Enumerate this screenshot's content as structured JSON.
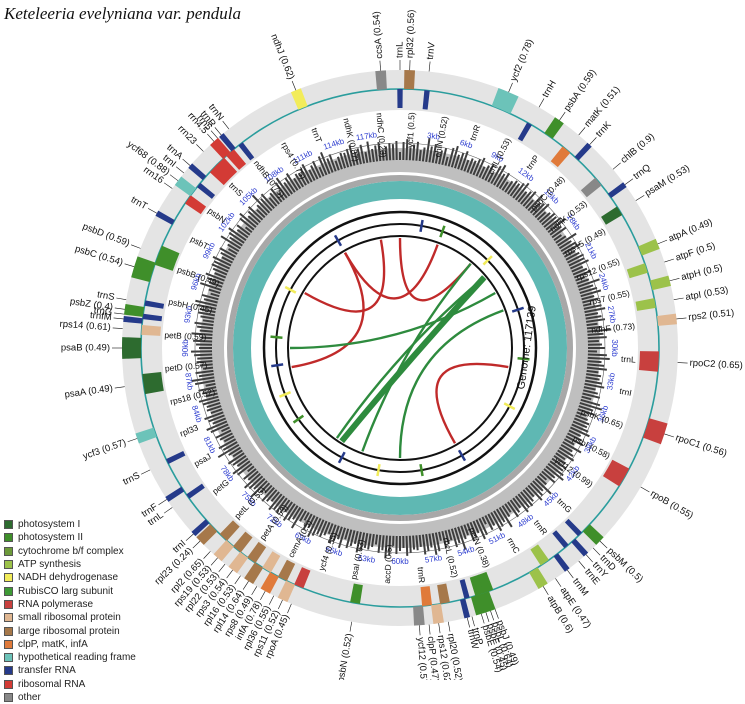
{
  "title": "Keteleeria evelyniana var. pendula",
  "genome_label": "Genome: 117139",
  "colors": {
    "photosystem I": "#2d6b2f",
    "photosystem II": "#3f8f2a",
    "cytochrome b/f complex": "#6c9a3a",
    "ATP synthesis": "#9cc24a",
    "NADH dehydrogenase": "#f2ec5a",
    "RubisCO larg subunit": "#3e9a35",
    "RNA polymerase": "#c8403e",
    "small ribosomal protein": "#e0b792",
    "large ribosomal protein": "#a6784a",
    "clpP, matK, infA": "#e07a3a",
    "hypothetical reading frame": "#6cc3b9",
    "transfer RNA": "#253a8a",
    "ribosomal RNA": "#d33b35",
    "other": "#888888"
  },
  "legend": [
    {
      "label": "photosystem I",
      "color": "#2d6b2f"
    },
    {
      "label": "photosystem II",
      "color": "#3f8f2a"
    },
    {
      "label": "cytochrome b/f complex",
      "color": "#6c9a3a"
    },
    {
      "label": "ATP synthesis",
      "color": "#9cc24a"
    },
    {
      "label": "NADH dehydrogenase",
      "color": "#f2ec5a"
    },
    {
      "label": "RubisCO larg subunit",
      "color": "#3e9a35"
    },
    {
      "label": "RNA polymerase",
      "color": "#c8403e"
    },
    {
      "label": "small ribosomal protein",
      "color": "#e0b792"
    },
    {
      "label": "large ribosomal protein",
      "color": "#a6784a"
    },
    {
      "label": "clpP, matK, infA",
      "color": "#e07a3a"
    },
    {
      "label": "hypothetical reading frame",
      "color": "#6cc3b9"
    },
    {
      "label": "transfer RNA",
      "color": "#253a8a"
    },
    {
      "label": "ribosomal RNA",
      "color": "#d33b35"
    },
    {
      "label": "other",
      "color": "#888888"
    }
  ],
  "kb_ticks": [
    "3kb",
    "6kb",
    "9kb",
    "12kb",
    "15kb",
    "18kb",
    "21kb",
    "24kb",
    "27kb",
    "30kb",
    "33kb",
    "36kb",
    "39kb",
    "42kb",
    "45kb",
    "48kb",
    "51kb",
    "54kb",
    "57kb",
    "60kb",
    "63kb",
    "66kb",
    "69kb",
    "72kb",
    "75kb",
    "78kb",
    "81kb",
    "84kb",
    "87kb",
    "90kb",
    "93kb",
    "96kb",
    "99kb",
    "102kb",
    "105kb",
    "108kb",
    "111kb",
    "114kb",
    "117kb"
  ],
  "genes": [
    {
      "label": "ccsA (0.54)",
      "color": "#888888",
      "angle": -4,
      "outer": true
    },
    {
      "label": "trnL",
      "color": "#253a8a",
      "angle": 0,
      "outer": true
    },
    {
      "label": "rpl32 (0.56)",
      "color": "#a6784a",
      "angle": 2,
      "outer": true
    },
    {
      "label": "trnV",
      "color": "#253a8a",
      "angle": 6,
      "outer": true
    },
    {
      "label": "ycf2 (0.78)",
      "color": "#6cc3b9",
      "angle": 23,
      "outer": true
    },
    {
      "label": "trnH",
      "color": "#253a8a",
      "angle": 30,
      "outer": true
    },
    {
      "label": "psbA (0.59)",
      "color": "#3f8f2a",
      "angle": 35,
      "outer": true
    },
    {
      "label": "matK (0.51)",
      "color": "#e07a3a",
      "angle": 40,
      "outer": true
    },
    {
      "label": "trnK",
      "color": "#253a8a",
      "angle": 43,
      "outer": true
    },
    {
      "label": "chlB (0.9)",
      "color": "#888888",
      "angle": 50,
      "outer": true
    },
    {
      "label": "trnQ",
      "color": "#253a8a",
      "angle": 54,
      "outer": true
    },
    {
      "label": "psaM (0.53)",
      "color": "#2d6b2f",
      "angle": 58,
      "outer": true
    },
    {
      "label": "atpA (0.49)",
      "color": "#9cc24a",
      "angle": 68,
      "outer": true
    },
    {
      "label": "atpF (0.5)",
      "color": "#9cc24a",
      "angle": 72,
      "outer": true
    },
    {
      "label": "atpH (0.5)",
      "color": "#9cc24a",
      "angle": 76,
      "outer": true
    },
    {
      "label": "atpI (0.53)",
      "color": "#9cc24a",
      "angle": 80,
      "outer": true
    },
    {
      "label": "rps2 (0.51)",
      "color": "#e0b792",
      "angle": 84,
      "outer": true
    },
    {
      "label": "rpoC2 (0.65)",
      "color": "#c8403e",
      "angle": 93,
      "outer": true
    },
    {
      "label": "rpoC1 (0.56)",
      "color": "#c8403e",
      "angle": 108,
      "outer": true
    },
    {
      "label": "rpoB (0.55)",
      "color": "#c8403e",
      "angle": 120,
      "outer": true
    },
    {
      "label": "psbM (0.5)",
      "color": "#3f8f2a",
      "angle": 134,
      "outer": true
    },
    {
      "label": "trnD",
      "color": "#253a8a",
      "angle": 136,
      "outer": true
    },
    {
      "label": "trnY",
      "color": "#253a8a",
      "angle": 138,
      "outer": true
    },
    {
      "label": "trnE",
      "color": "#253a8a",
      "angle": 140,
      "outer": true
    },
    {
      "label": "trnM",
      "color": "#253a8a",
      "angle": 143,
      "outer": true
    },
    {
      "label": "atpE (0.47)",
      "color": "#9cc24a",
      "angle": 146,
      "outer": true
    },
    {
      "label": "atpB (0.6)",
      "color": "#9cc24a",
      "angle": 149,
      "outer": true
    },
    {
      "label": "psbN (0.52)",
      "color": "#3f8f2a",
      "angle": 190,
      "outer": true
    },
    {
      "label": "ycf12 (0.57)",
      "color": "#888888",
      "angle": 176,
      "outer": true
    },
    {
      "label": "clpP (0.47)",
      "color": "#e07a3a",
      "angle": 174,
      "outer": true
    },
    {
      "label": "rps12 (0.62)",
      "color": "#e0b792",
      "angle": 172,
      "outer": true
    },
    {
      "label": "rpl20 (0.52)",
      "color": "#a6784a",
      "angle": 170,
      "outer": true
    },
    {
      "label": "trnW",
      "color": "#253a8a",
      "angle": 166,
      "outer": true
    },
    {
      "label": "trnP",
      "color": "#253a8a",
      "angle": 165,
      "outer": true
    },
    {
      "label": "psbE (0.54)",
      "color": "#3f8f2a",
      "angle": 163,
      "outer": true
    },
    {
      "label": "psbF (0.45)",
      "color": "#3f8f2a",
      "angle": 162,
      "outer": true
    },
    {
      "label": "psbL (0.64)",
      "color": "#3f8f2a",
      "angle": 161,
      "outer": true
    },
    {
      "label": "psbJ (0.49)",
      "color": "#3f8f2a",
      "angle": 160,
      "outer": true
    },
    {
      "label": "rpl23 (0.24)",
      "color": "#a6784a",
      "angle": 226,
      "outer": true
    },
    {
      "label": "rpl2 (0.65)",
      "color": "#a6784a",
      "angle": 223,
      "outer": true
    },
    {
      "label": "rps19 (0.53)",
      "color": "#e0b792",
      "angle": 221,
      "outer": true
    },
    {
      "label": "rpl22 (0.53)",
      "color": "#a6784a",
      "angle": 219,
      "outer": true
    },
    {
      "label": "rps3 (0.54)",
      "color": "#e0b792",
      "angle": 217,
      "outer": true
    },
    {
      "label": "rpl16 (0.53)",
      "color": "#a6784a",
      "angle": 215,
      "outer": true
    },
    {
      "label": "rpl14 (0.64)",
      "color": "#a6784a",
      "angle": 213,
      "outer": true
    },
    {
      "label": "rps8 (0.49)",
      "color": "#e0b792",
      "angle": 211,
      "outer": true
    },
    {
      "label": "infA (0.78)",
      "color": "#e07a3a",
      "angle": 209,
      "outer": true
    },
    {
      "label": "rpl36 (0.55)",
      "color": "#a6784a",
      "angle": 207,
      "outer": true
    },
    {
      "label": "rps11 (0.52)",
      "color": "#e0b792",
      "angle": 205,
      "outer": true
    },
    {
      "label": "rpoA (0.45)",
      "color": "#c8403e",
      "angle": 203,
      "outer": true
    },
    {
      "label": "trnI",
      "color": "#253a8a",
      "angle": 228,
      "outer": true
    },
    {
      "label": "trnL",
      "color": "#253a8a",
      "angle": 235,
      "outer": true
    },
    {
      "label": "trnF",
      "color": "#253a8a",
      "angle": 237,
      "outer": true
    },
    {
      "label": "trnS",
      "color": "#253a8a",
      "angle": 244,
      "outer": true
    },
    {
      "label": "ycf3 (0.57)",
      "color": "#6cc3b9",
      "angle": 251,
      "outer": true
    },
    {
      "label": "psaA (0.49)",
      "color": "#2d6b2f",
      "angle": 262,
      "outer": true
    },
    {
      "label": "psaB (0.49)",
      "color": "#2d6b2f",
      "angle": 270,
      "outer": true
    },
    {
      "label": "rps14 (0.61)",
      "color": "#e0b792",
      "angle": 274,
      "outer": true
    },
    {
      "label": "trnfM",
      "color": "#253a8a",
      "angle": 276,
      "outer": true
    },
    {
      "label": "trnG",
      "color": "#253a8a",
      "angle": 277,
      "outer": true
    },
    {
      "label": "psbZ (0.4)",
      "color": "#3f8f2a",
      "angle": 278,
      "outer": true
    },
    {
      "label": "trnS",
      "color": "#253a8a",
      "angle": 280,
      "outer": true
    },
    {
      "label": "psbC (0.54)",
      "color": "#3f8f2a",
      "angle": 287,
      "outer": true
    },
    {
      "label": "psbD (0.59)",
      "color": "#3f8f2a",
      "angle": 291,
      "outer": true
    },
    {
      "label": "trnT",
      "color": "#253a8a",
      "angle": 299,
      "outer": true
    },
    {
      "label": "rrn16",
      "color": "#d33b35",
      "angle": 305,
      "outer": true
    },
    {
      "label": "ycf68 (0.88)",
      "color": "#6cc3b9",
      "angle": 307,
      "outer": true
    },
    {
      "label": "trnI",
      "color": "#253a8a",
      "angle": 309,
      "outer": true
    },
    {
      "label": "trnA",
      "color": "#253a8a",
      "angle": 311,
      "outer": true
    },
    {
      "label": "rrn23",
      "color": "#d33b35",
      "angle": 315,
      "outer": true
    },
    {
      "label": "rrn4.5",
      "color": "#d33b35",
      "angle": 318,
      "outer": true
    },
    {
      "label": "rrn5",
      "color": "#d33b35",
      "angle": 319,
      "outer": true
    },
    {
      "label": "trnR",
      "color": "#253a8a",
      "angle": 320,
      "outer": true
    },
    {
      "label": "trnN",
      "color": "#253a8a",
      "angle": 322,
      "outer": true
    },
    {
      "label": "ndhJ (0.62)",
      "color": "#f2ec5a",
      "angle": 338,
      "outer": true
    }
  ],
  "inner_labels": [
    "ycf1 (0.5)",
    "chlN (0.52)",
    "trnR",
    "chlL (0.53)",
    "trnP",
    "psbC (0.48)",
    "ndhK (0.53)",
    "rps15 (0.49)",
    "rps12 (0.55)",
    "rps7 (0.55)",
    "ndhF (0.73)",
    "trnL",
    "trnI",
    "psbK (0.65)",
    "psbI (0.58)",
    "ycf12 (0.99)",
    "trnG",
    "trnR",
    "rrnC",
    "petN (0.38)",
    "rbcL (0.52)",
    "trnR",
    "accD (0.5)",
    "psaI (0.63)",
    "ycf4 (0.55)",
    "cemA (0.5)",
    "petA (0.53)",
    "petL (0.55)",
    "petG",
    "psaJ",
    "rpl33",
    "rps18 (0.52)",
    "petD (0.57)",
    "petB (0.59)",
    "psbH (0.45)",
    "psbB (0.49)",
    "psbT",
    "psbN",
    "trnS",
    "ndhB (0.75)",
    "rps4 (0.75)",
    "trnT",
    "ndhK (0.87)",
    "ndhC (0.23)"
  ]
}
